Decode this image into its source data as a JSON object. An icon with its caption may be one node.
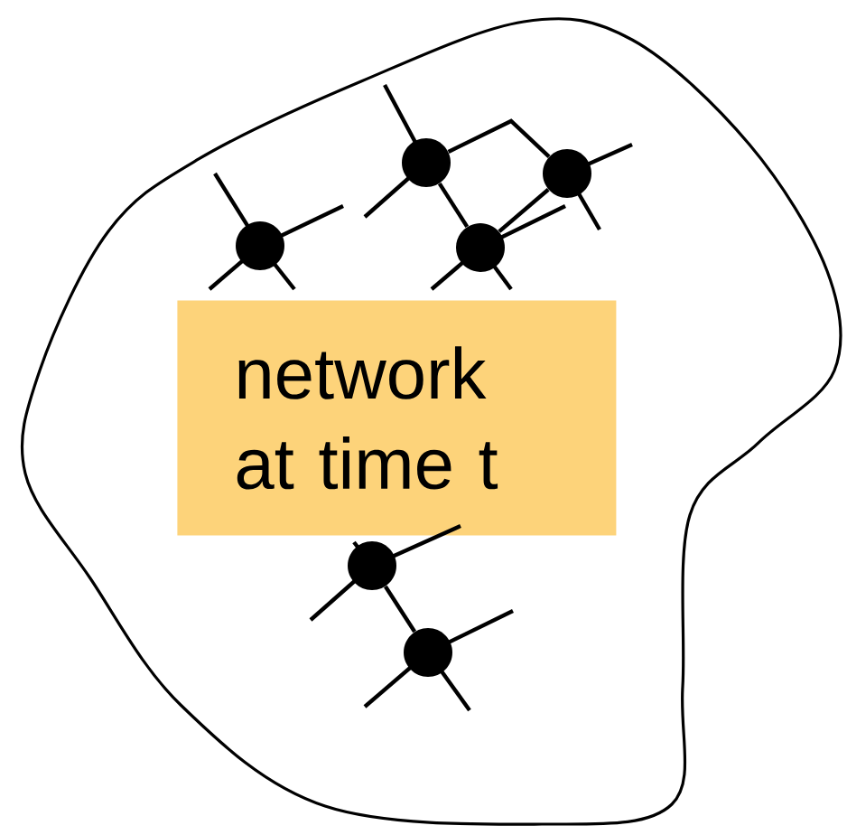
{
  "diagram": {
    "nodes": [
      {
        "text": [
          "network at time t"
        ]
      },
      {
        "text": [],
        "shape": "circle"
      },
      {
        "text": [],
        "shape": "circle"
      },
      {
        "text": [],
        "shape": "circle"
      },
      {
        "text": [],
        "shape": "circle"
      },
      {
        "text": [],
        "shape": "circle"
      },
      {
        "text": [],
        "shape": "circle"
      }
    ],
    "edges": [
      {
        "from": 2,
        "to": 4,
        "arrow": "none"
      },
      {
        "from": 2,
        "to": 3,
        "arrow": "none"
      },
      {
        "from": 3,
        "to": 4,
        "arrow": "none"
      },
      {
        "from": 5,
        "to": 6,
        "arrow": "none"
      }
    ]
  }
}
